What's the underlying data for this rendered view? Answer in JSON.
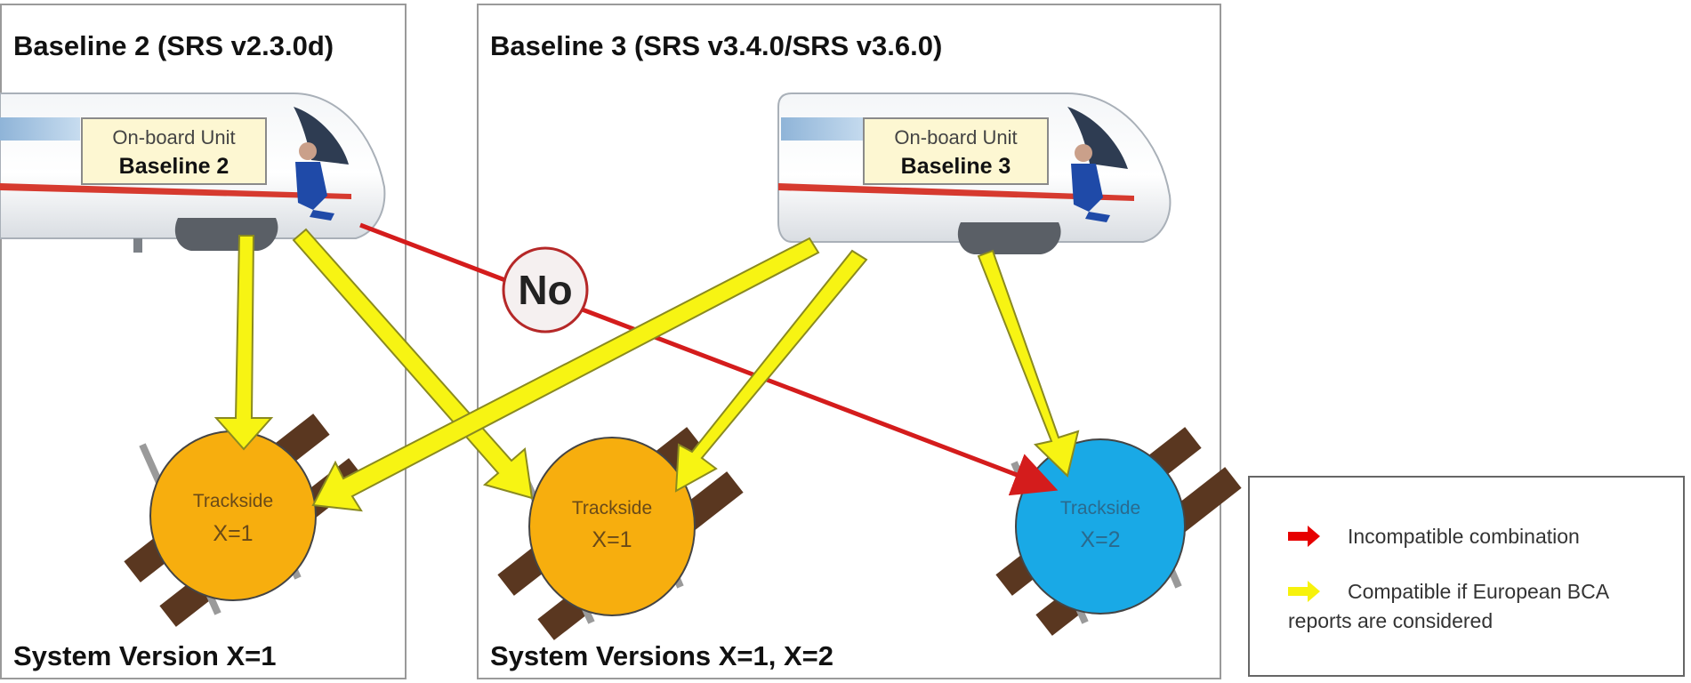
{
  "panels": {
    "baseline2": {
      "title": "Baseline 2 (SRS v2.3.0d)",
      "footer": "System Version X=1"
    },
    "baseline3": {
      "title": "Baseline 3 (SRS v3.4.0/SRS v3.6.0)",
      "footer": "System Versions X=1, X=2"
    }
  },
  "trains": {
    "b2": {
      "label_small": "On-board Unit",
      "label_big": "Baseline 2"
    },
    "b3": {
      "label_small": "On-board Unit",
      "label_big": "Baseline 3"
    }
  },
  "tracksides": {
    "t1": {
      "label": "Trackside",
      "value": "X=1",
      "color": "#f7ae0e"
    },
    "t2": {
      "label": "Trackside",
      "value": "X=1",
      "color": "#f7ae0e"
    },
    "t3": {
      "label": "Trackside",
      "value": "X=2",
      "color": "#19a9e6"
    }
  },
  "no_marker": {
    "label": "No"
  },
  "legend": {
    "incompatible": {
      "label": "Incompatible combination",
      "color": "#e60000"
    },
    "compatible": {
      "line1": "Compatible if European BCA",
      "line2": "reports are considered",
      "color": "#f7f20c"
    }
  },
  "colors": {
    "panel_border": "#9a9a9a",
    "red_line": "#d41c1c",
    "yellow_arrow": "#f7f413",
    "yellow_outline": "#8a8a20"
  }
}
